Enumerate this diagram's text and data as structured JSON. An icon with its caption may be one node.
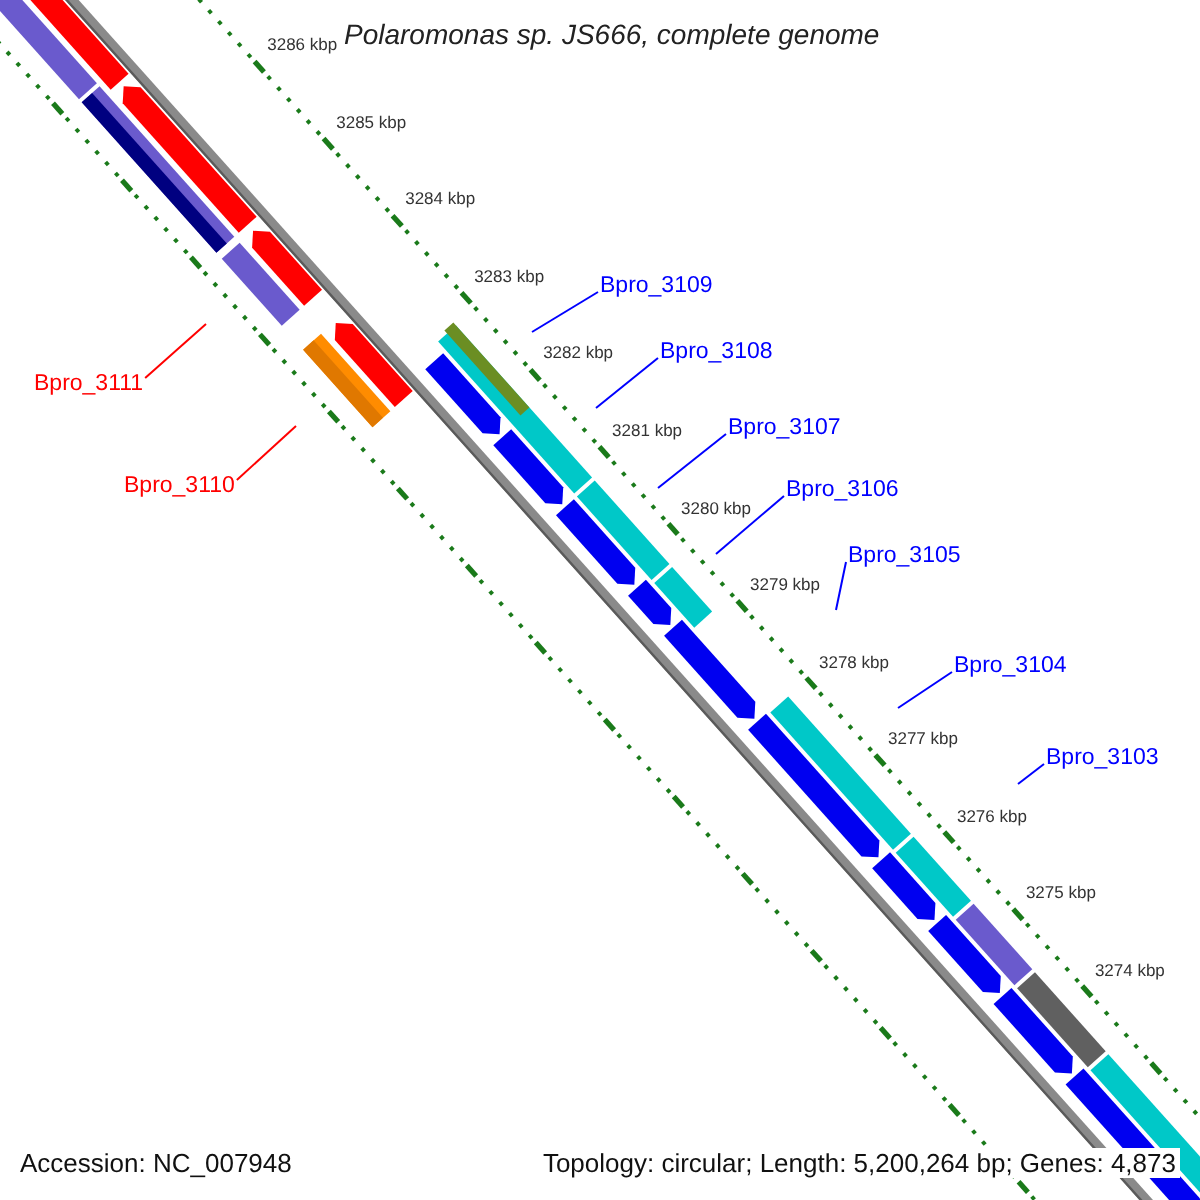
{
  "diagram": {
    "title": "Polaromonas sp. JS666, complete genome",
    "nodes": [
      {
        "text": [
          "Bpro_3109"
        ]
      },
      {
        "text": [
          "Bpro_3108"
        ]
      },
      {
        "text": [
          "Bpro_3111"
        ]
      },
      {
        "text": [
          "Bpro_3107"
        ]
      },
      {
        "text": [
          "Bpro_3110"
        ]
      },
      {
        "text": [
          "Bpro_3106"
        ]
      },
      {
        "text": [
          "Bpro_3105"
        ]
      },
      {
        "text": [
          "Bpro_3104"
        ]
      },
      {
        "text": [
          "Bpro_3103"
        ]
      }
    ],
    "edges": [
      {
        "from": 0,
        "to": null,
        "arrow": "none"
      },
      {
        "from": 1,
        "to": null,
        "arrow": "none"
      },
      {
        "from": 2,
        "to": null,
        "arrow": "none",
        "color": "#ff0000"
      },
      {
        "from": 3,
        "to": null,
        "arrow": "none"
      },
      {
        "from": 4,
        "to": null,
        "arrow": "none",
        "color": "#ff0000"
      },
      {
        "from": 5,
        "to": null,
        "arrow": "none"
      },
      {
        "from": 6,
        "to": null,
        "arrow": "none"
      },
      {
        "from": 7,
        "to": null,
        "arrow": "none"
      },
      {
        "from": 8,
        "to": null,
        "arrow": "none"
      }
    ],
    "labels": [
      "3286 kbp",
      "3285 kbp",
      "3284 kbp",
      "3283 kbp",
      "3282 kbp",
      "3281 kbp",
      "3280 kbp",
      "3279 kbp",
      "3278 kbp",
      "3277 kbp",
      "3276 kbp",
      "3275 kbp",
      "3274 kbp",
      "Accession: NC_007948",
      "Topology: circular; Length: 5,200,264 bp; Genes: 4,873"
    ]
  }
}
